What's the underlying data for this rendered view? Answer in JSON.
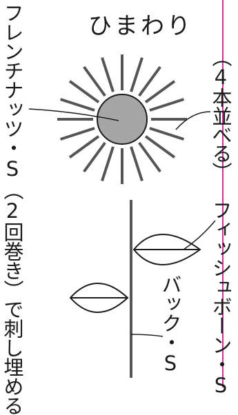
{
  "title": "ひまわり",
  "annotations": {
    "french_knots": "フレンチナッツ・S（2回巻き）で刺し埋める",
    "straight_stitch": "（4本並べる）",
    "fishbone": "フィッシュボーン・S",
    "back_stitch": "バック・S"
  },
  "colors": {
    "flower_fill": "#a6a6a6",
    "line": "#555555",
    "outline": "#1a1a1a",
    "margin_line": "#c0399a"
  },
  "icons": [
    "sunflower-head",
    "leaf",
    "stem"
  ]
}
